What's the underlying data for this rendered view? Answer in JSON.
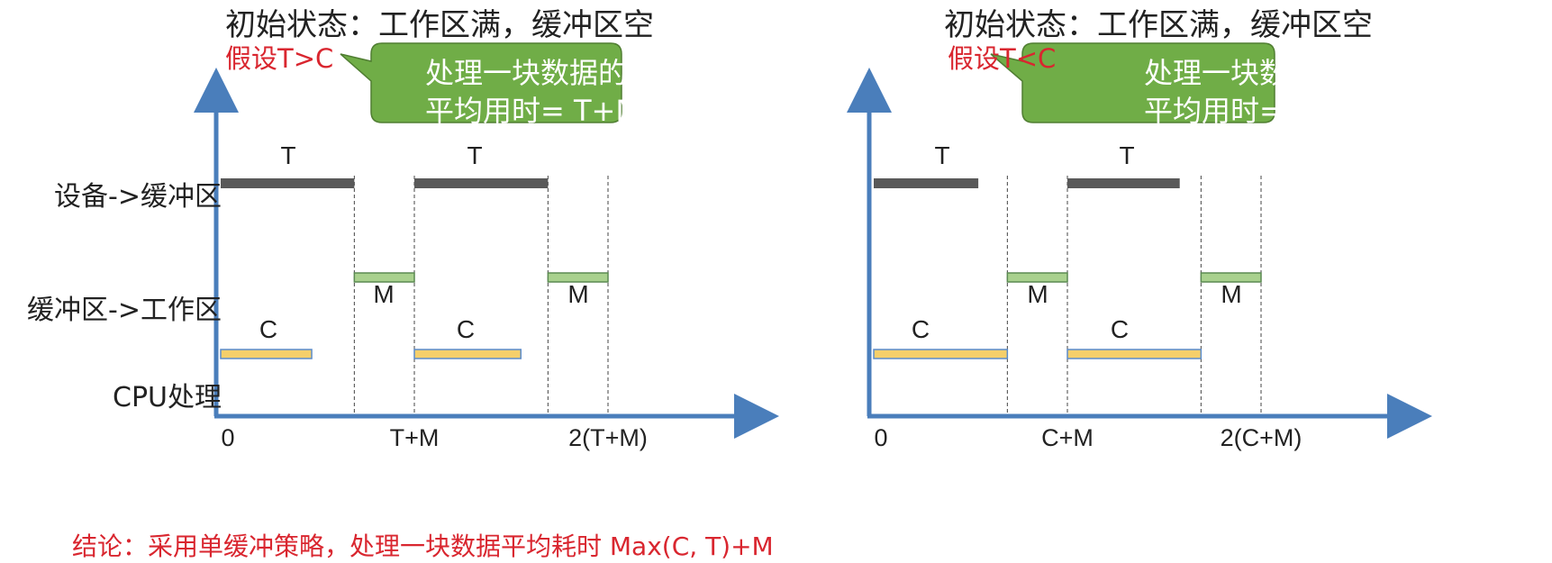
{
  "colors": {
    "axis": "#4a7ebb",
    "title_text": "#222222",
    "red_text": "#d9262f",
    "device_bar": "#595959",
    "transfer_bar": "#a9d18e",
    "transfer_bar_border": "#5b8a52",
    "cpu_bar": "#f5cf6b",
    "cpu_bar_border": "#5b8ccc",
    "callout_fill": "#70ad47",
    "callout_border": "#507e32",
    "callout_text": "#ffffff",
    "guide_line": "#444444"
  },
  "row_labels": {
    "device": "设备->缓冲区",
    "transfer": "缓冲区->工作区",
    "cpu": "CPU处理"
  },
  "left": {
    "title": "初始状态：工作区满，缓冲区空",
    "assumption": "假设T>C",
    "callout": "处理一块数据的\n平均用时= T+M",
    "bar_labels": {
      "device": "T",
      "transfer": "M",
      "cpu": "C"
    },
    "x_ticks": [
      "0",
      "T+M",
      "2(T+M)"
    ],
    "chart_data": {
      "type": "gantt",
      "units": "relative time (T+M = 1)",
      "device": [
        [
          0,
          0.69
        ],
        [
          1,
          1.69
        ]
      ],
      "transfer": [
        [
          0.69,
          1
        ],
        [
          1.69,
          2
        ]
      ],
      "cpu": [
        [
          0,
          0.47
        ],
        [
          1,
          1.55
        ]
      ],
      "guides": [
        0.69,
        1,
        1.69,
        2
      ]
    }
  },
  "right": {
    "title": "初始状态：工作区满，缓冲区空",
    "assumption": "假设T<C",
    "callout": "处理一块数据的\n平均用时= C+M",
    "bar_labels": {
      "device": "T",
      "transfer": "M",
      "cpu": "C"
    },
    "x_ticks": [
      "0",
      "C+M",
      "2(C+M)"
    ],
    "chart_data": {
      "type": "gantt",
      "units": "relative time (C+M = 1)",
      "device": [
        [
          0,
          0.54
        ],
        [
          1,
          1.58
        ]
      ],
      "transfer": [
        [
          0.69,
          1
        ],
        [
          1.69,
          2
        ]
      ],
      "cpu": [
        [
          0,
          0.69
        ],
        [
          1,
          1.69
        ]
      ],
      "guides": [
        0.69,
        1,
        1.69,
        2
      ]
    }
  },
  "conclusion": "结论：采用单缓冲策略，处理一块数据平均耗时 Max(C, T)+M"
}
